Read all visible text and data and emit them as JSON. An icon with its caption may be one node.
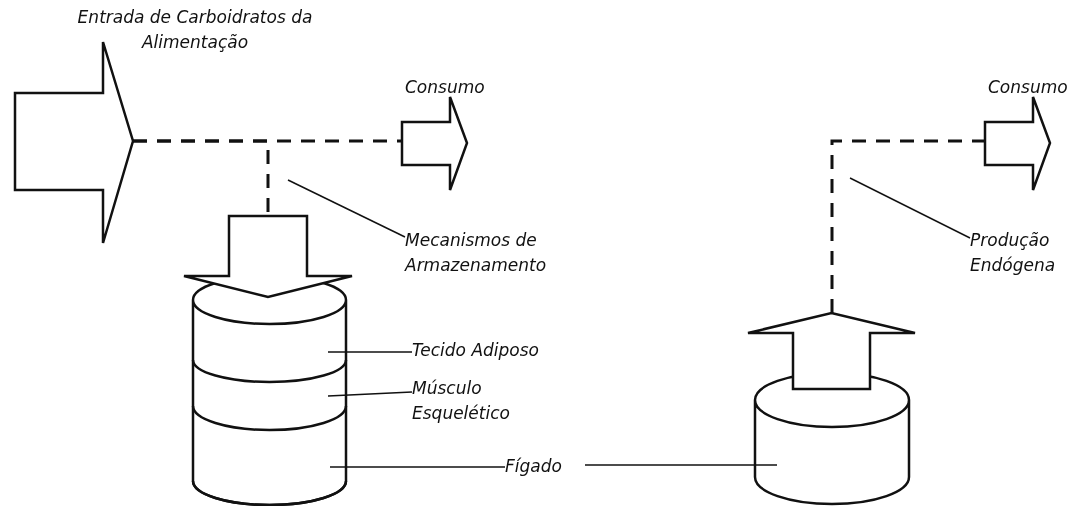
{
  "diagram": {
    "nodes": [
      {
        "text": [
          "Entrada de Carboidratos da Alimentação"
        ]
      },
      {
        "text": [
          "Consumo"
        ]
      },
      {
        "text": [],
        "shape": "arrow"
      },
      {
        "text": [],
        "shape": "cylinder"
      },
      {
        "text": [],
        "shape": "bar",
        "in": 3
      },
      {
        "text": [],
        "shape": "bar",
        "in": 3
      },
      {
        "text": [],
        "shape": "bar",
        "in": 3
      },
      {
        "text": [
          "Mecanismos de Armazenamento"
        ]
      },
      {
        "text": [
          "Tecido Adiposo"
        ]
      },
      {
        "text": [
          "Músculo Esquelético"
        ]
      },
      {
        "text": [
          "Fígado"
        ]
      },
      {
        "text": [
          "Consumo"
        ]
      },
      {
        "text": [],
        "shape": "arrow"
      },
      {
        "text": [],
        "shape": "cylinder"
      },
      {
        "text": [
          "Produção Endógena"
        ]
      }
    ],
    "edges": [
      {
        "from": 0,
        "to": 1,
        "arrow": "none",
        "style": "dashed"
      },
      {
        "from": 0,
        "to": 2,
        "arrow": "none",
        "style": "dashed"
      },
      {
        "from": 12,
        "to": 11,
        "arrow": "none",
        "style": "dashed"
      },
      {
        "from": 7,
        "to": null,
        "arrow": "none"
      },
      {
        "from": 14,
        "to": null,
        "arrow": "none"
      },
      {
        "from": 8,
        "to": 4,
        "arrow": "none"
      },
      {
        "from": 9,
        "to": 5,
        "arrow": "none"
      },
      {
        "from": 10,
        "to": 6,
        "arrow": "none"
      },
      {
        "from": 10,
        "to": 13,
        "arrow": "none"
      }
    ]
  }
}
